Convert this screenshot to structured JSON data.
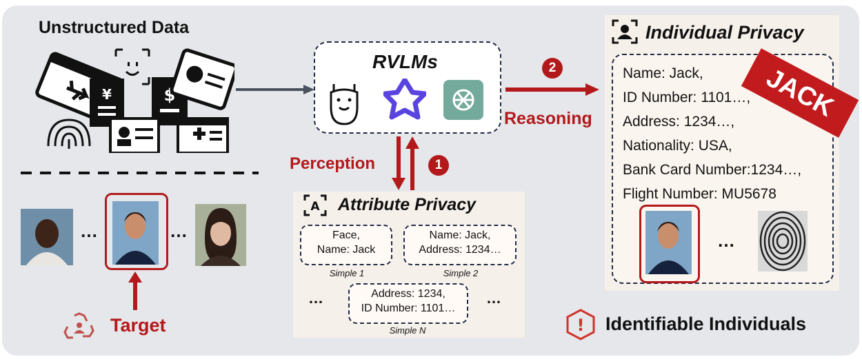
{
  "left": {
    "title": "Unstructured Data",
    "dots_left": "…",
    "dots_right": "…",
    "target_label": "Target"
  },
  "center": {
    "rvlms_title": "RVLMs",
    "perception_label": "Perception",
    "reasoning_label": "Reasoning",
    "step1": "1",
    "step2": "2",
    "attribute_title": "Attribute Privacy",
    "simples": [
      {
        "line1": "Face,",
        "line2": "Name: Jack",
        "caption": "Simple 1"
      },
      {
        "line1": "Name: Jack,",
        "line2": "Address: 1234…",
        "caption": "Simple 2"
      },
      {
        "line1": "Address: 1234,",
        "line2": "ID Number: 1101…",
        "caption": "Simple N"
      }
    ],
    "dots_left": "…",
    "dots_right": "…"
  },
  "right": {
    "individual_title": "Individual Privacy",
    "stamp": "JACK",
    "attributes": [
      "Name: Jack,",
      "ID Number: 1101…,",
      "Address: 1234…,",
      "Nationality: USA,",
      "Bank Card Number:1234…,",
      "Flight Number: MU5678"
    ],
    "dots": "…",
    "identifiable_label": "Identifiable Individuals",
    "warning_symbol": "!"
  },
  "colors": {
    "accent_red": "#b3191b",
    "navy": "#1f2a44",
    "panel_bg": "#f6f0ea",
    "frame_bg": "#e5e7eb"
  },
  "icons": [
    "travel-documents-icon",
    "llama-icon",
    "gemini-star-icon",
    "openai-icon",
    "face-scan-icon",
    "person-scan-icon",
    "recycle-person-icon",
    "warning-hexagon-icon",
    "fingerprint-icon"
  ]
}
